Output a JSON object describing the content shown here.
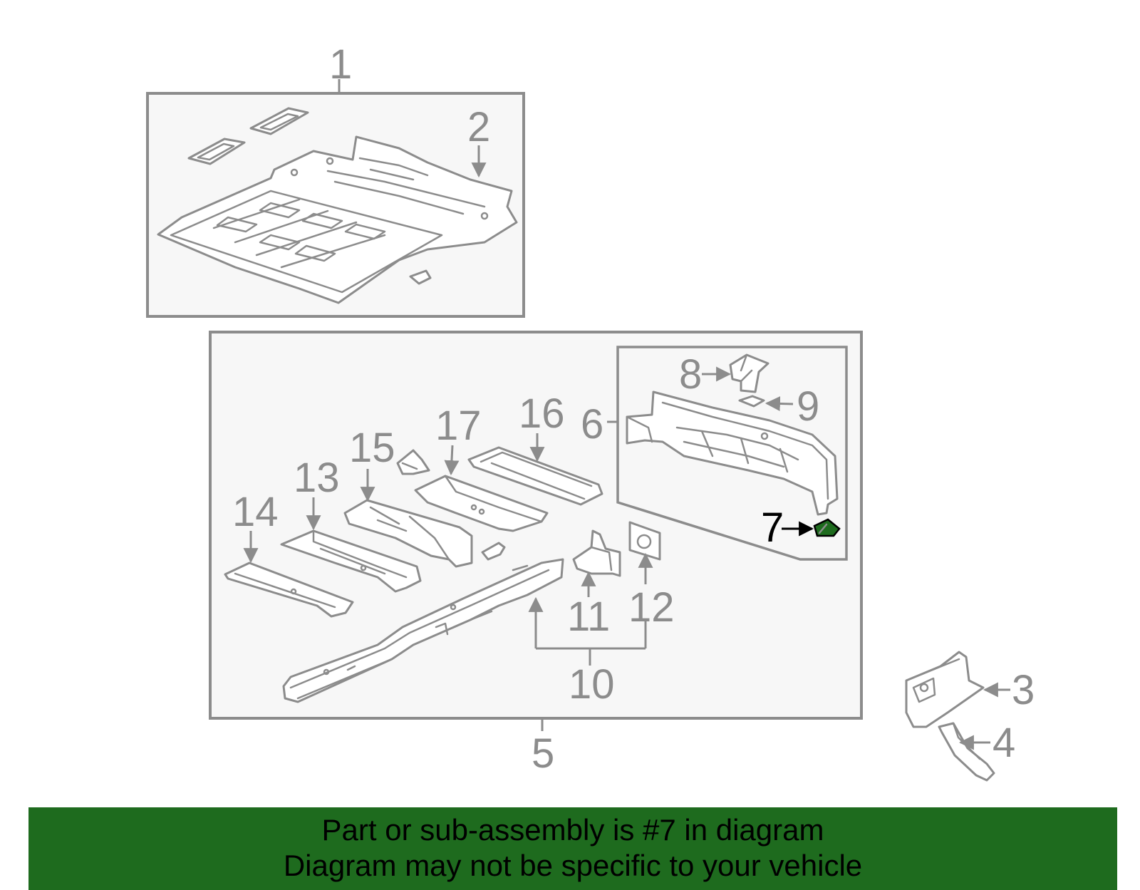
{
  "callouts": {
    "c1": "1",
    "c2": "2",
    "c3": "3",
    "c4": "4",
    "c5": "5",
    "c6": "6",
    "c7": "7",
    "c8": "8",
    "c9": "9",
    "c10": "10",
    "c11": "11",
    "c12": "12",
    "c13": "13",
    "c14": "14",
    "c15": "15",
    "c16": "16",
    "c17": "17"
  },
  "highlight": {
    "part_number": "7",
    "fill_color": "#1e6b1e",
    "banner_color": "#1e6b1e"
  },
  "banner": {
    "line1": "Part or sub-assembly is #7 in diagram",
    "line2": "Diagram may not be specific to your vehicle"
  }
}
